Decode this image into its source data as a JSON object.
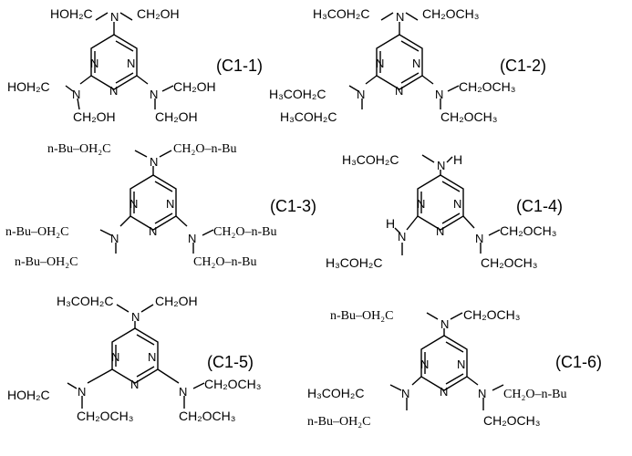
{
  "structures": [
    {
      "id": "C1-1",
      "label": "(C1-1)",
      "ring_n": [
        "N",
        "N",
        "N"
      ],
      "top_left": "HOH₂C",
      "top_n": "N",
      "top_right": "CH₂OH",
      "left_top": "HOH₂C",
      "left_n": "N",
      "left_bottom": "CH₂OH",
      "right_n": "N",
      "right_top": "CH₂OH",
      "right_bottom": "CH₂OH"
    },
    {
      "id": "C1-2",
      "label": "(C1-2)",
      "ring_n": [
        "N",
        "N",
        "N"
      ],
      "top_left": "H₃COH₂C",
      "top_n": "N",
      "top_right": "CH₂OCH₃",
      "left_top": "H₃COH₂C",
      "left_n": "N",
      "left_bottom": "H₃COH₂C",
      "right_n": "N",
      "right_top": "CH₂OCH₃",
      "right_bottom": "CH₂OCH₃"
    },
    {
      "id": "C1-3",
      "label": "(C1-3)",
      "ring_n": [
        "N",
        "N",
        "N"
      ],
      "top_left": "n-Bu–OH₂C",
      "top_n": "N",
      "top_right": "CH₂O–n-Bu",
      "left_top": "n-Bu–OH₂C",
      "left_n": "N",
      "left_bottom": "n-Bu–OH₂C",
      "right_n": "N",
      "right_top": "CH₂O–n-Bu",
      "right_bottom": "CH₂O–n-Bu"
    },
    {
      "id": "C1-4",
      "label": "(C1-4)",
      "ring_n": [
        "N",
        "N",
        "N"
      ],
      "top_left": "H₃COH₂C",
      "top_n": "N",
      "top_right": "H",
      "left_top": "H",
      "left_n": "N",
      "left_bottom": "H₃COH₂C",
      "right_n": "N",
      "right_top": "CH₂OCH₃",
      "right_bottom": "CH₂OCH₃"
    },
    {
      "id": "C1-5",
      "label": "(C1-5)",
      "ring_n": [
        "N",
        "N",
        "N"
      ],
      "top_left": "H₃COH₂C",
      "top_n": "N",
      "top_right": "CH₂OH",
      "left_top": "HOH₂C",
      "left_n": "N",
      "left_bottom": "CH₂OCH₃",
      "right_n": "N",
      "right_top": "CH₂OCH₃",
      "right_bottom": "CH₂OCH₃"
    },
    {
      "id": "C1-6",
      "label": "(C1-6)",
      "ring_n": [
        "N",
        "N",
        "N"
      ],
      "top_left": "n-Bu–OH₂C",
      "top_n": "N",
      "top_right": "CH₂OCH₃",
      "left_top": "H₃COH₂C",
      "left_n": "N",
      "left_bottom": "n-Bu–OH₂C",
      "right_n": "N",
      "right_top": "CH₂O–n-Bu",
      "right_bottom": "CH₂OCH₃"
    }
  ]
}
